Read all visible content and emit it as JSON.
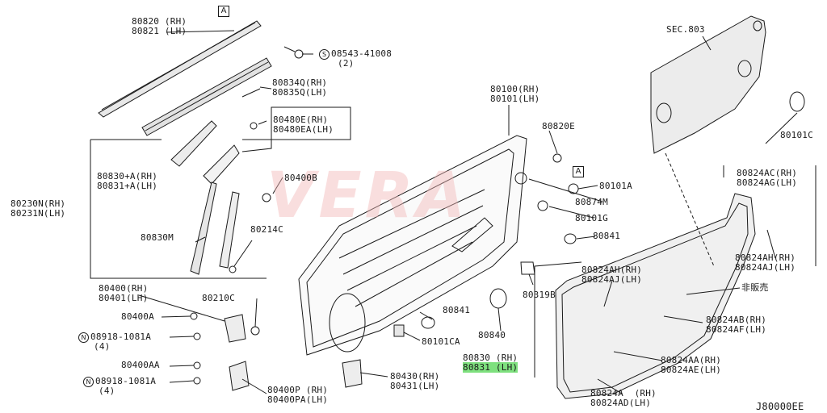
{
  "labels": {
    "p80820": [
      "80820 (RH)",
      "80821 (LH)"
    ],
    "p08543": [
      "08543-41008",
      "(2)"
    ],
    "p80834": [
      "80834Q(RH)",
      "80835Q(LH)"
    ],
    "p80480": [
      "80480E(RH)",
      "80480EA(LH)"
    ],
    "p80830a": [
      "80830+A(RH)",
      "80831+A(LH)"
    ],
    "p80400b": [
      "80400B"
    ],
    "p80230": [
      "80230N(RH)",
      "80231N(LH)"
    ],
    "p80830m": [
      "80830M"
    ],
    "p80214c": [
      "80214C"
    ],
    "p80400": [
      "80400(RH)",
      "80401(LH)"
    ],
    "p80210c": [
      "80210C"
    ],
    "p80400a": [
      "80400A"
    ],
    "p08918a": [
      "08918-1081A",
      "(4)"
    ],
    "p80400aa": [
      "80400AA"
    ],
    "p08918b": [
      "08918-1081A",
      "(4)"
    ],
    "p80400p": [
      "80400P (RH)",
      "80400PA(LH)"
    ],
    "p80430": [
      "80430(RH)",
      "80431(LH)"
    ],
    "p80100": [
      "80100(RH)",
      "80101(LH)"
    ],
    "p80820e": [
      "80820E"
    ],
    "p80101a": [
      "80101A"
    ],
    "p80874m": [
      "80874M"
    ],
    "p80101g": [
      "80101G"
    ],
    "p80841a": [
      "80841"
    ],
    "p80319b": [
      "80319B"
    ],
    "p80841b": [
      "80841"
    ],
    "p80840": [
      "80840"
    ],
    "p80101ca": [
      "80101CA"
    ],
    "p80830": [
      "80830 (RH)",
      "80831 (LH)"
    ],
    "sec803": [
      "SEC.803"
    ],
    "p80101c": [
      "80101C"
    ],
    "p80824ac": [
      "80824AC(RH)",
      "80824AG(LH)"
    ],
    "p80824ah1": [
      "80824AH(RH)",
      "80824AJ(LH)"
    ],
    "p80824ah2": [
      "80824AH(RH)",
      "80824AJ(LH)"
    ],
    "nonsale": [
      "非販売"
    ],
    "p80824ab": [
      "80824AB(RH)",
      "80824AF(LH)"
    ],
    "p80824aa": [
      "80824AA(RH)",
      "80824AE(LH)"
    ],
    "p80824a": [
      "80824A  (RH)",
      "80824AD(LH)"
    ],
    "diagram_code": [
      "J80000EE"
    ]
  },
  "refs": {
    "a1": "A",
    "a2": "A",
    "s": "S",
    "n1": "N",
    "n2": "N"
  },
  "watermark": "VERA",
  "highlight_color": "#7ee07e"
}
